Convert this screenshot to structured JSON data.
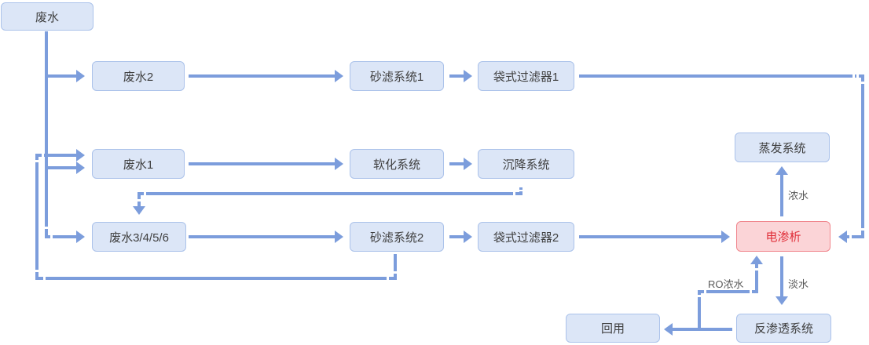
{
  "diagram": {
    "type": "flowchart",
    "colors": {
      "connector": "#7c9ddc",
      "node_fill": "#dce6f7",
      "node_border": "#abc2ea",
      "node_text": "#3f3f3f",
      "highlight_fill": "#fbd4d7",
      "highlight_border": "#f0868d",
      "highlight_text": "#e0303a",
      "edge_label_text": "#595959",
      "background": "#ffffff"
    },
    "nodes": [
      {
        "id": "wastewater",
        "label": "废水",
        "variant": "normal"
      },
      {
        "id": "wastewater-2",
        "label": "废水2",
        "variant": "normal"
      },
      {
        "id": "sand-filter-1",
        "label": "砂滤系统1",
        "variant": "normal"
      },
      {
        "id": "bag-filter-1",
        "label": "袋式过滤器1",
        "variant": "normal"
      },
      {
        "id": "wastewater-1",
        "label": "废水1",
        "variant": "normal"
      },
      {
        "id": "softening",
        "label": "软化系统",
        "variant": "normal"
      },
      {
        "id": "sedimentation",
        "label": "沉降系统",
        "variant": "normal"
      },
      {
        "id": "evaporation",
        "label": "蒸发系统",
        "variant": "normal"
      },
      {
        "id": "wastewater-3456",
        "label": "废水3/4/5/6",
        "variant": "normal"
      },
      {
        "id": "sand-filter-2",
        "label": "砂滤系统2",
        "variant": "normal"
      },
      {
        "id": "bag-filter-2",
        "label": "袋式过滤器2",
        "variant": "normal"
      },
      {
        "id": "electrodialysis",
        "label": "电渗析",
        "variant": "highlight"
      },
      {
        "id": "reuse",
        "label": "回用",
        "variant": "normal"
      },
      {
        "id": "reverse-osmosis",
        "label": "反渗透系统",
        "variant": "normal"
      }
    ],
    "edge_labels": [
      {
        "id": "concentrate",
        "text": "浓水"
      },
      {
        "id": "fresh-water",
        "text": "淡水"
      },
      {
        "id": "ro-concentrate",
        "text": "RO浓水"
      }
    ]
  }
}
